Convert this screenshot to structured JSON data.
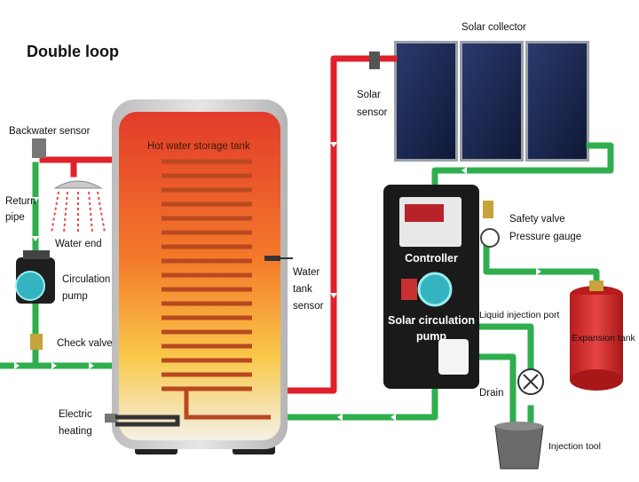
{
  "title": "Double loop",
  "labels": {
    "solar_collector": "Solar collector",
    "solar_sensor": [
      "Solar",
      "sensor"
    ],
    "backwater_sensor": "Backwater sensor",
    "hot_water_tank": "Hot water storage tank",
    "return_pipe": [
      "Return",
      "pipe"
    ],
    "water_end": "Water end",
    "circulation_pump": [
      "Circulation",
      "pump"
    ],
    "check_valve": "Check valve",
    "electric_heating": [
      "Electric",
      "heating"
    ],
    "water_tank_sensor": [
      "Water",
      "tank",
      "sensor"
    ],
    "controller": "Controller",
    "solar_circulation_pump": [
      "Solar circulation",
      "pump"
    ],
    "safety_valve": "Safety valve",
    "pressure_gauge": "Pressure gauge",
    "liquid_injection_port": "Liquid injection port",
    "expansion_tank": "Expansion tank",
    "drain": "Drain",
    "injection_tool": "Injection tool"
  },
  "colors": {
    "hot_pipe": "#e0202a",
    "cold_pipe": "#2fae4e",
    "tank_shell": "#cfcfcf",
    "controller_body": "#1a1a1a",
    "expansion_tank": "#d82a2a",
    "panel": "#1c2a55"
  }
}
